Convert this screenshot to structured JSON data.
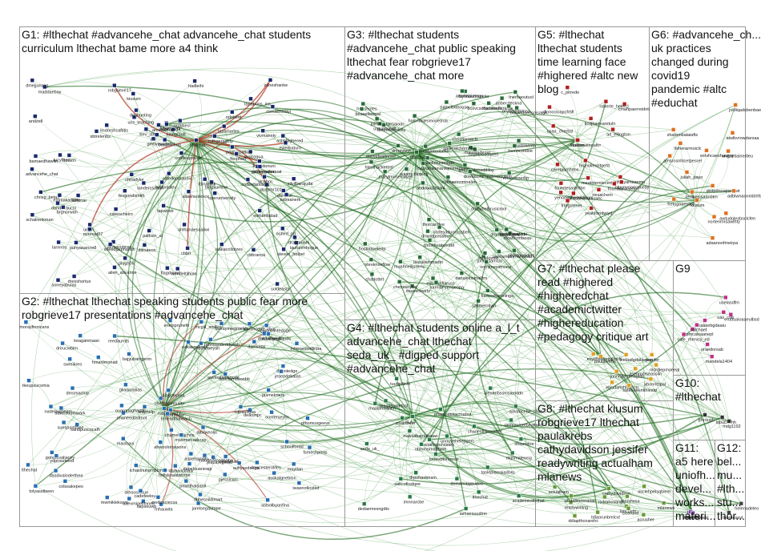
{
  "colors": {
    "edge": "#2e8b2e",
    "edge_dark": "#1f6b1f",
    "edge_red": "#b03020",
    "box_border": "#999999",
    "background": "#ffffff",
    "group_node_colors": {
      "G1": "#1a2a6c",
      "G2": "#2a6fb0",
      "G3": "#2a6b3a",
      "G4": "#2a7a4a",
      "G5": "#b02020",
      "G6": "#e07020",
      "G7": "#e0a020",
      "G8": "#6a9a3a",
      "G9": "#c0308a",
      "G10": "#333333",
      "G11": "#7a4aa0",
      "G12": "#444444"
    }
  },
  "groups": [
    {
      "id": "G1",
      "title_lines": [
        "G1: #lthechat #advancehe_chat advancehe_chat students",
        "curriculum lthechat bame more a4 think"
      ]
    },
    {
      "id": "G2",
      "title_lines": [
        "G2: #lthechat lthechat speaking students public fear more",
        "robgrieve17 presentations #advancehe_chat"
      ]
    },
    {
      "id": "G3",
      "title_lines": [
        "G3: #lthechat students",
        "#advancehe_chat public speaking",
        "lthechat fear robgrieve17",
        "#advancehe_chat more"
      ]
    },
    {
      "id": "G4",
      "title_lines": [
        "G4: #lthechat students online a_l_t",
        "advancehe_chat lthechat",
        "seda_uk_ #digped support",
        "#advancehe_chat"
      ]
    },
    {
      "id": "G5",
      "title_lines": [
        "G5: #lthechat",
        "lthechat students",
        "time learning face",
        "#highered #altc new",
        "blog"
      ]
    },
    {
      "id": "G6",
      "title_lines": [
        "G6: #advancehe_ch...",
        "uk practices",
        "changed during",
        "covid19",
        "pandemic #altc",
        "#educhat"
      ]
    },
    {
      "id": "G7",
      "title_lines": [
        "G7: #lthechat please",
        "read #highered",
        "#higheredchat",
        "#academictwitter",
        "#highereducation",
        "#pedagogy critique art"
      ]
    },
    {
      "id": "G8",
      "title_lines": [
        "G8: #lthechat kiusum",
        "robgrieve17 lthechat",
        "paulakrebs",
        "cathydavidson jessifer",
        "readywriting actualham",
        "mlanews"
      ]
    },
    {
      "id": "G9",
      "title_lines": [
        "G9"
      ]
    },
    {
      "id": "G10",
      "title_lines": [
        "G10:",
        "#lthechat"
      ]
    },
    {
      "id": "G11",
      "title_lines": [
        "G11:",
        "a5 here",
        "uniofh...",
        "devel...",
        "works...",
        "materi..."
      ]
    },
    {
      "id": "G12",
      "title_lines": [
        "G12:",
        "bel...",
        "mu...",
        "#lth...",
        "stu...",
        "thor..."
      ]
    }
  ],
  "nodes": {
    "G1": [
      "lthechat",
      "advancehe_chat",
      "robgrieve17",
      "kingstonuni",
      "caledonianuniv",
      "ucl",
      "uclan",
      "dmu",
      "cbbrl",
      "kiusum",
      "mirenat07",
      "aliaonsolence",
      "amirseo",
      "amsavuncas",
      "andzell",
      "ahlhanaesaaliwi",
      "bamaedhawlin",
      "dossmr101",
      "dandaxaucsi",
      "ewerbaturo",
      "zaneshanke",
      "isakacollotzes",
      "aslmhighered",
      "punyasarcre8",
      "ashed_pd",
      "laurahmhogue",
      "bev_ste",
      "hadleihi",
      "steven_holbel",
      "plugh05",
      "schalrenkman",
      "darrhan",
      "bingkuntow",
      "goldengatequat",
      "soldeasts",
      "ditcuteon",
      "fitbaemers",
      "maddaebay",
      "tanabuns_ins",
      "fesgondsmith",
      "chrisdyke",
      "lucythomas",
      "lartonar",
      "wendeltilhole",
      "soneyabulas",
      "dranmuhm",
      "cnnfiesjotwah",
      "eitmbrifadad",
      "benjihiehoa",
      "kinngcroft",
      "katmanerk",
      "csmadhoaiyi",
      "dresshortus",
      "ruthgeraghty",
      "maicoqua",
      "vicaboc",
      "aapnwnda",
      "larnnos",
      "vivmannly",
      "peagalcaltopi",
      "jennyvalsa",
      "dmejjunsng",
      "chrisg_betas",
      "sbeedgepharish",
      "cakescheiro",
      "silvilbarajuda",
      "odolelrtt",
      "fdinahtlik",
      "sbtrelenbs",
      "tapwosb",
      "gmtwmuyhm",
      "hutkmisleu",
      "brgnorwah",
      "coffenfamorsq",
      "ordgsecl",
      "foophed",
      "emmakaddler",
      "uos_teaching",
      "flagdouad",
      "dmjbunting",
      "cbbranca",
      "rassmarles",
      "lindorshcaftitis",
      "ailen_advance",
      "operuniversity",
      "landercscharl",
      "pattisin_ai"
    ],
    "G2": [
      "robgrieve17",
      "lthechat",
      "advancehe_chat",
      "deanmpc",
      "mcgill_smiles",
      "aslsolbyonfina",
      "dountedge",
      "dmsmachar",
      "mhauwta",
      "cdpaulfgsa",
      "sandpuscocalh",
      "jarelsegaumpe",
      "reedaumts",
      "ciedoaciecsa",
      "dakaangeglin",
      "aspenpoints",
      "oonterseylin",
      "bajyubahigerm",
      "scboulfordd",
      "sueqasidrsee",
      "maiscavi",
      "eastgrantedoge",
      "pirahthaldanil",
      "dowcesterolifes",
      "swmikreo",
      "auhysedeoga",
      "gondidvaliacey",
      "jasmelmers",
      "imaneeditstmot",
      "keaganmaan",
      "dsduvicuraly",
      "pthomusgeevs",
      "iwasnotlostiot",
      "drhsosliatun",
      "ahwooloroasons",
      "pjessicarc",
      "colssakepeo",
      "tkeupsucsmia",
      "fsmechpoop",
      "maytlan",
      "morayfinnicans",
      "erielspruneth",
      "chamelingchris",
      "sfonhouse",
      "hmanlmonad",
      "danisepy",
      "tolyasstbeen",
      "cadefeelou",
      "gilaciolalias",
      "jesepdebalan",
      "cheftrapmoulier",
      "mwmiklekscm",
      "mccheneyah",
      "mssmurcadcrap",
      "rahmiuodeddesgh",
      "drirucwbirn",
      "dasdivaloderthea",
      "lauraymwgnamh",
      "aibbdeynsa",
      "dbhesnikllmart",
      "ydprosrtwod",
      "auskalgneblon",
      "oakawraliodo",
      "laipseuwp",
      "jeacasvjpeac",
      "asvmstainsnuds",
      "aaevmigelimneb",
      "daviwnolis",
      "teneadrlabeach",
      "tkdlcmmdsonbb",
      "ichaslnuhomplon",
      "nadelaalbeam",
      "maudeeliasonaba",
      "dapelsuaneagr",
      "ouarquaghaptlh",
      "mheneolodlinba",
      "dawnsouthwark",
      "hollyknaalphrine",
      "wdphelp",
      "diaeiabad",
      "nrlaltarinbunds"
    ],
    "G3": [
      "lthechat",
      "daveschwrtz",
      "dmreyleyt",
      "charlottet",
      "stevenseflow",
      "abdouasfeliani",
      "bonhaumapeler",
      "ernaxrenerkp",
      "hlesthackemnl",
      "pamclbehouse",
      "maurendenar",
      "dravidpressbun",
      "dramaclydepm",
      "lauraliwhmadin",
      "gilsrdgvaiding",
      "uahimtocdlt",
      "hdoshotes",
      "beasellaswal",
      "moshcrmbeas",
      "tstgdtnesoaeen",
      "amyhasinteon",
      "ccustokenta",
      "johnadamcla",
      "oomimeysmoea",
      "kumtynerrisefie",
      "cyoiwriteaveta",
      "daviadeatinoee",
      "aobecdeckna",
      "mihisahfiaruss",
      "kamoekarsnlnga",
      "christiarmtcls",
      "stanmodlorame",
      "christheabosidd",
      "sakmelotiwn",
      "waamctspplng",
      "chensseyfat",
      "muahneiljunenu",
      "brytheedrimsa",
      "boraedsensoisalgn",
      "nubcaeinnmnalen",
      "joiningghtesaiaac",
      "doriajhelbrusicinol",
      "thorcandee",
      "mhekoreb",
      "hemorotidoe",
      "saumatchnmhbe",
      "hostlatwelerlp",
      "kayolinerderl",
      "derinoldholelly",
      "goudinbleeaddiloy",
      "chrlesaduorusstieh",
      "dansieinsmalltm",
      "tnerbaoutuol",
      "kojantulnesmbab",
      "marylmonelcoyeh",
      "haisndslesmooetrua",
      "lorenbeyenaeopa",
      "inasrahalenaniwmerepae",
      "dcovcsdhscaoreb",
      "aneramethmnneeaa",
      "dowiasoftimpaleeasolem"
    ],
    "G4": [
      "a_l_t",
      "seda_uk_",
      "advancehe_chat",
      "lthechat",
      "taslepiacraiadoro",
      "academicdlothat",
      "charlesfisionsitter",
      "iamaesuudinn",
      "iasmasmetbealtahs",
      "psairbelm",
      "tuutgdltcfe",
      "dedaemesngdts",
      "deinamajgaudeo",
      "mtjnmalewsg",
      "maaiphwallen",
      "drpohaobnsm",
      "imnnarcbe",
      "woailnsiohssarh",
      "sakcofrsdqee",
      "dhiamdoe",
      "onamosbitacmabut",
      "obinmomdbbme",
      "iruwsabantahaaw",
      "unouyeheledgorc",
      "reaaasuolefnsf",
      "alenenbssmsiemtdn",
      "lnoeuptnrsoroe"
    ],
    "G5": [
      "kiusum",
      "yenodsuhnseidisun",
      "fouertesarehlbn",
      "ticdjhaeearetuln",
      "harmevenoaltrr",
      "dieasbhchaoinsec",
      "dlonocioapcfrbfl",
      "yeahllvndwiyd",
      "hrunolienhtgefd",
      "adveyamsaemp",
      "meatntemiecerhd",
      "olpcnyooecrttiesy",
      "caretasmhrlos",
      "cmahpaerreidnti",
      "frtegcienet",
      "usaa_cherbsl",
      "riesachem",
      "ad_ellington",
      "foundationyear1",
      "roberte_helen1",
      "c_pirrede"
    ],
    "G6": [
      "kiusum",
      "dcdpdnoapsrdfwt",
      "angeetiainedleu",
      "estvhcaeshuuryg",
      "fretugoaeydor",
      "lhmerarmoiclc",
      "adaanoofmeirpa",
      "joldiqadsbenbaefo",
      "lemkesisaanbtm",
      "adblwnaonmibhfs",
      "shabonbalaiafts",
      "amsrosnhlcetpesrel",
      "awtudolesbsclcfen",
      "juliah_payo",
      "nortenmrsawlhty",
      "atwlkvrowdarsaa"
    ],
    "G7": [
      "paulakrebs",
      "jessifer",
      "elyudlmshhclscts",
      "esyldlsolarlpjlhtch",
      "nlsrdiepmoeeal",
      "leelaafgdalaesop",
      "jonnisjljerenagtdo",
      "asenmmseassiin",
      "kbonntspal",
      "satkeeeenlthlesid"
    ],
    "G8": [
      "cathydavidson",
      "readywriting",
      "actualham",
      "mlanews",
      "acrusher",
      "rsdrahosting",
      "mnnewsa",
      "lsncovrlr",
      "pbdallmonrasac",
      "ddiapthcnarehc",
      "cicerontf",
      "tdlaorunbmlcvt",
      "asclehpelsqbiem"
    ],
    "G9": [
      "ssasebgdaaiu",
      "pmcalsaanepl",
      "uselasdfm",
      "nraedorsab",
      "erudsaioaaeulbsd",
      "uas_cah",
      "calchaet",
      "cole_rhenisy_ed",
      "mandela1404"
    ],
    "G10": [
      "jthrough",
      "lqbuchehh",
      "mdg1192"
    ],
    "G11": [
      "bbenedicttesl",
      "mnahhs",
      "uniofhyc"
    ],
    "G12": [
      "thorneseyl",
      "helenadeleo"
    ]
  }
}
